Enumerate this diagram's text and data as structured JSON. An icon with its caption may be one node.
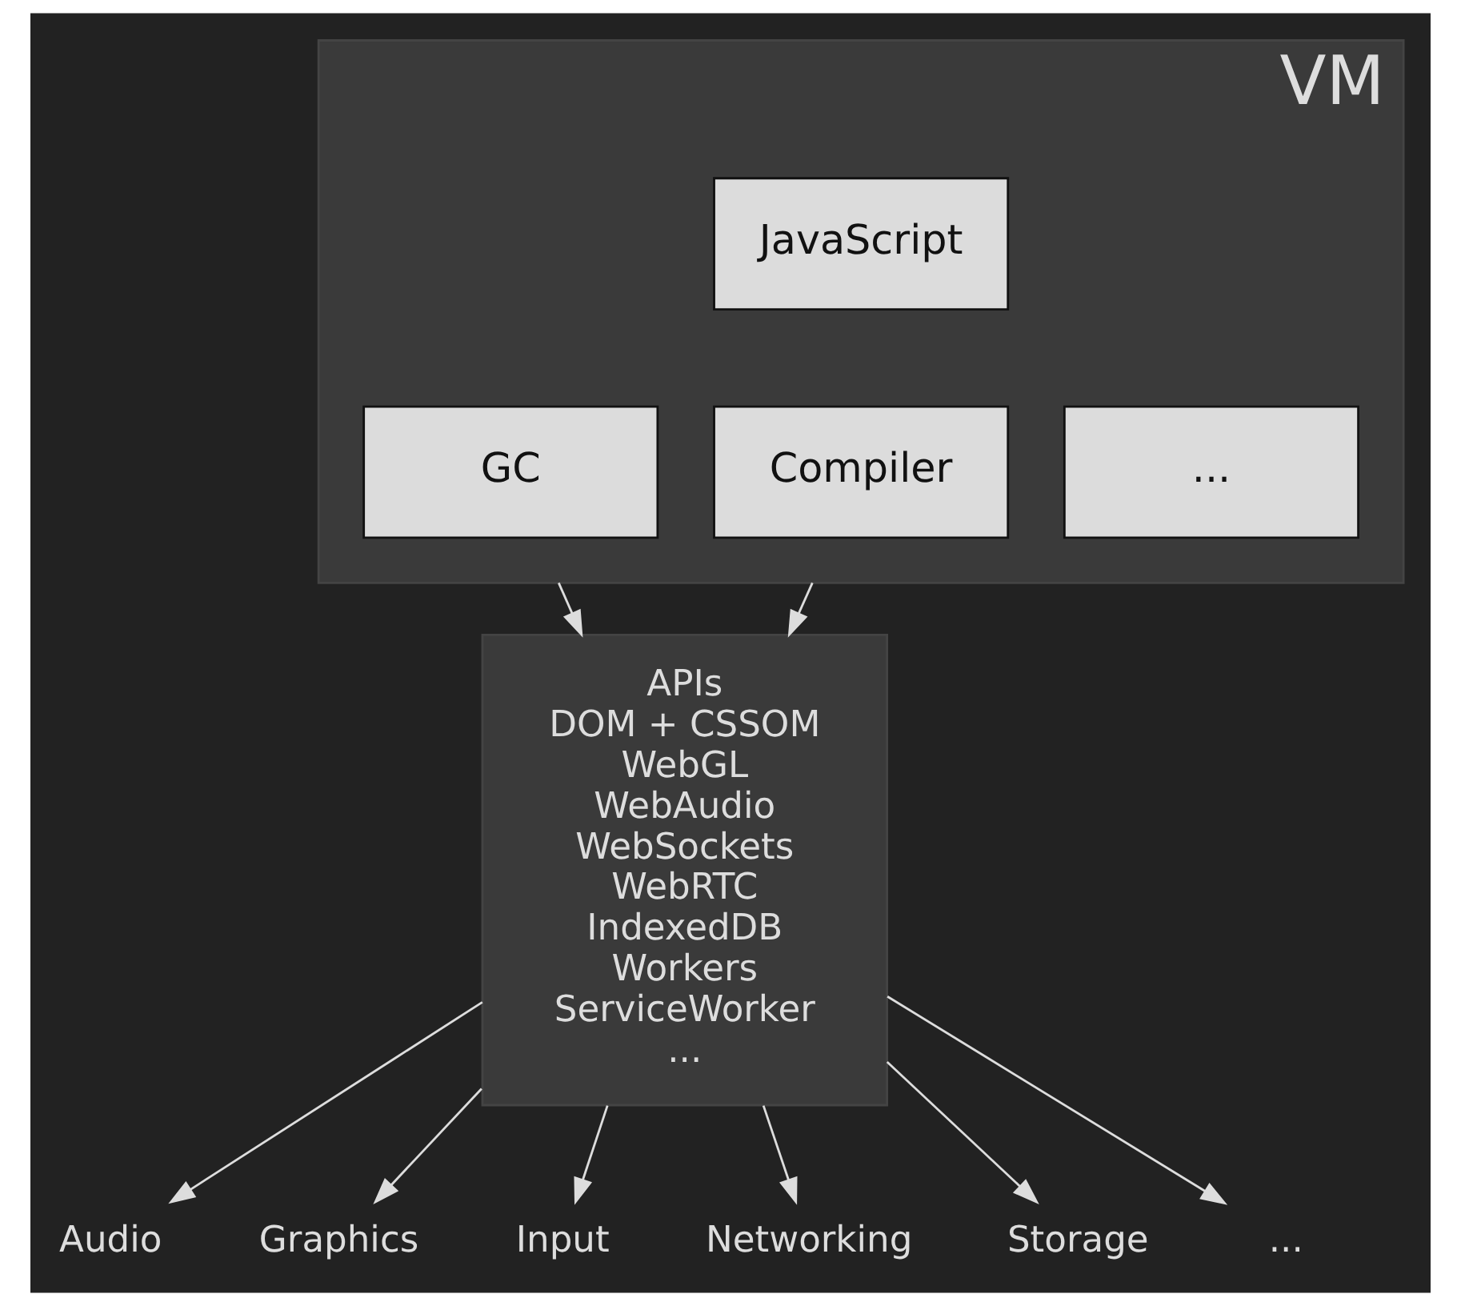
{
  "diagram": {
    "nodes": [
      {
        "text": [
          "VM"
        ]
      },
      {
        "text": [
          "JavaScript"
        ],
        "in": 0
      },
      {
        "text": [
          "GC"
        ],
        "in": 0
      },
      {
        "text": [
          "Compiler"
        ],
        "in": 0
      },
      {
        "text": [
          "..."
        ],
        "in": 0
      },
      {
        "text": [
          "APIs",
          "DOM + CSSOM",
          "WebGL",
          "WebAudio",
          "WebSockets",
          "WebRTC",
          "IndexedDB",
          "Workers",
          "ServiceWorker",
          "..."
        ]
      },
      {
        "text": [
          "Audio"
        ]
      },
      {
        "text": [
          "Graphics"
        ]
      },
      {
        "text": [
          "Input"
        ]
      },
      {
        "text": [
          "Networking"
        ]
      },
      {
        "text": [
          "Storage"
        ]
      },
      {
        "text": [
          "..."
        ]
      }
    ],
    "edges": [
      {
        "from": 0,
        "to": 5,
        "arrow": "to"
      },
      {
        "from": 0,
        "to": 5,
        "arrow": "to"
      },
      {
        "from": 5,
        "to": 6,
        "arrow": "to"
      },
      {
        "from": 5,
        "to": 7,
        "arrow": "to"
      },
      {
        "from": 5,
        "to": 8,
        "arrow": "to"
      },
      {
        "from": 5,
        "to": 9,
        "arrow": "to"
      },
      {
        "from": 5,
        "to": 10,
        "arrow": "to"
      },
      {
        "from": 5,
        "to": 11,
        "arrow": "to"
      }
    ]
  }
}
